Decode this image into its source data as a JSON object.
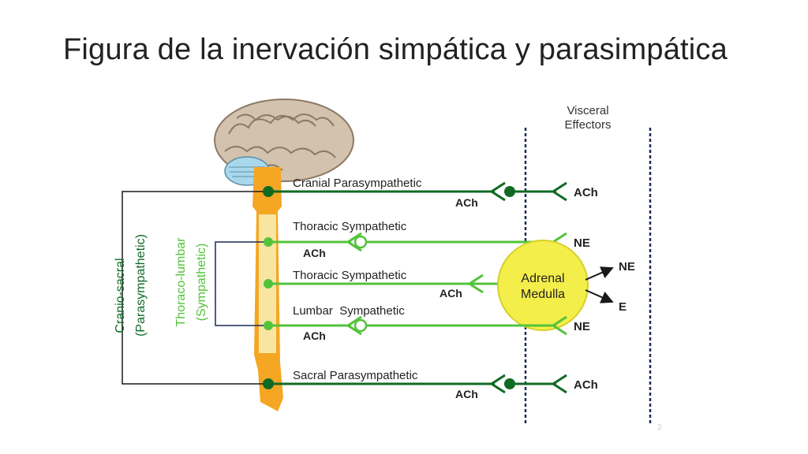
{
  "slide": {
    "title": "Figura de la inervación simpática y parasimpática",
    "number": "2"
  },
  "colors": {
    "dark_green": "#0f6b24",
    "light_green": "#53c33a",
    "spine_orange": "#f5a623",
    "spine_light": "#f8e5a2",
    "adrenal_yellow": "#f4ee4a",
    "bracket_dark": "#1c2a55"
  },
  "diagram": {
    "visceral_effectors": [
      "Visceral",
      "Effectors"
    ],
    "side_labels": {
      "cranio_sacral": [
        "Cranio-sacral",
        "(Parasympathetic)"
      ],
      "thoraco_lumbar": [
        "Thoraco-lumbar",
        "(Sympathetic)"
      ]
    },
    "pathways": [
      {
        "name": "Cranial Parasympathetic",
        "pre_nt": "ACh",
        "post_nt": "ACh"
      },
      {
        "name": "Thoracic Sympathetic",
        "pre_nt": "ACh",
        "post_nt": "NE"
      },
      {
        "name": "Thoracic Sympathetic",
        "pre_nt": "ACh"
      },
      {
        "name": "Lumbar  Sympathetic",
        "pre_nt": "ACh",
        "post_nt": "NE"
      },
      {
        "name": "Sacral Parasympathetic",
        "pre_nt": "ACh",
        "post_nt": "ACh"
      }
    ],
    "adrenal": {
      "label": [
        "Adrenal",
        "Medulla"
      ],
      "outputs": [
        "NE",
        "E"
      ]
    }
  }
}
